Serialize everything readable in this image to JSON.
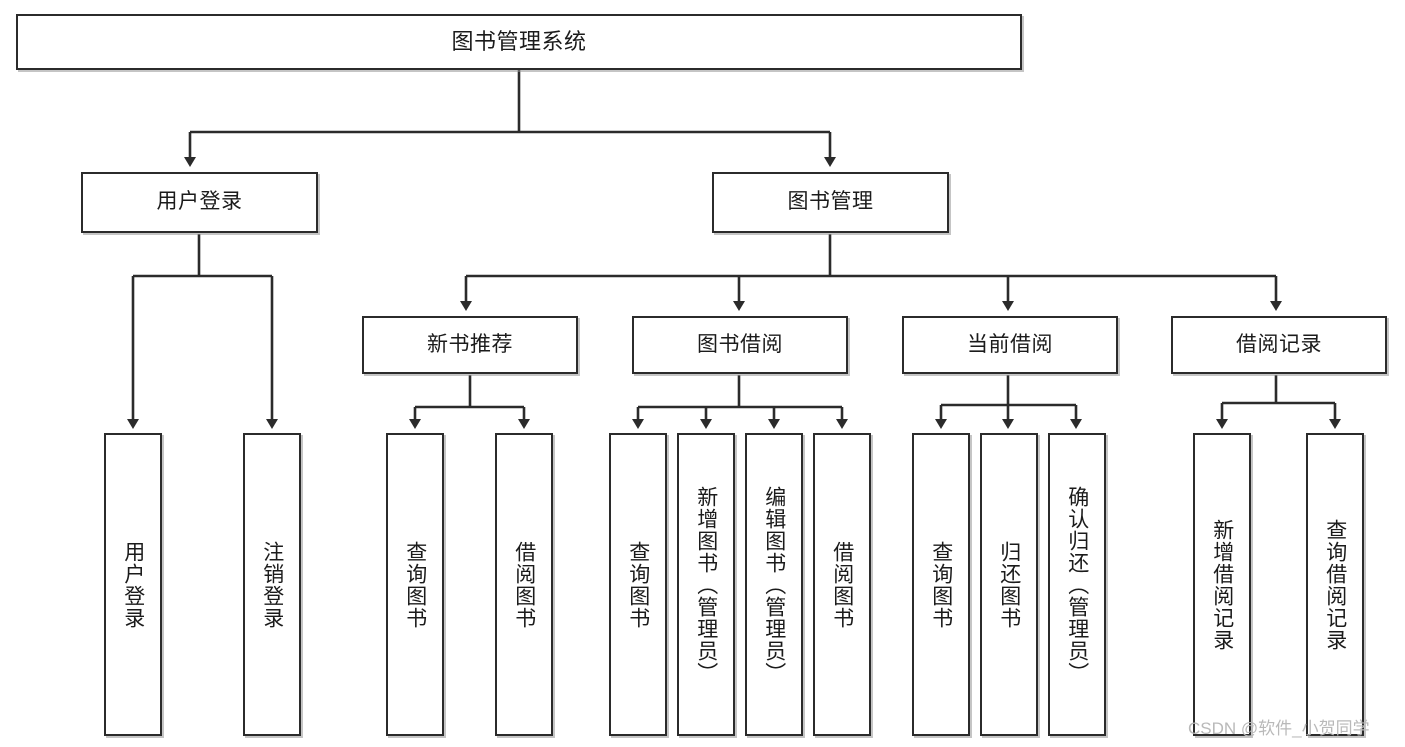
{
  "diagram": {
    "title": "图书管理系统",
    "watermark": "CSDN @软件_小贺同学",
    "levels": {
      "root": {
        "label": "图书管理系统"
      },
      "level2": [
        {
          "label": "用户登录"
        },
        {
          "label": "图书管理"
        }
      ],
      "level3": [
        {
          "label": "新书推荐"
        },
        {
          "label": "图书借阅"
        },
        {
          "label": "当前借阅"
        },
        {
          "label": "借阅记录"
        }
      ],
      "leaves": {
        "user_login": [
          {
            "label": "用户登录"
          },
          {
            "label": "注销登录"
          }
        ],
        "new_book_recommend": [
          {
            "label": "查询图书"
          },
          {
            "label": "借阅图书"
          }
        ],
        "book_borrow": [
          {
            "label": "查询图书"
          },
          {
            "label": "新增图书（管理员）"
          },
          {
            "label": "编辑图书（管理员）"
          },
          {
            "label": "借阅图书"
          }
        ],
        "current_borrow": [
          {
            "label": "查询图书"
          },
          {
            "label": "归还图书"
          },
          {
            "label": "确认归还（管理员）"
          }
        ],
        "borrow_record": [
          {
            "label": "新增借阅记录"
          },
          {
            "label": "查询借阅记录"
          }
        ]
      }
    },
    "colors": {
      "border": "#2b2b2b",
      "background": "#ffffff",
      "text": "#1b1b1b",
      "watermark": "#b9b9b9"
    }
  }
}
